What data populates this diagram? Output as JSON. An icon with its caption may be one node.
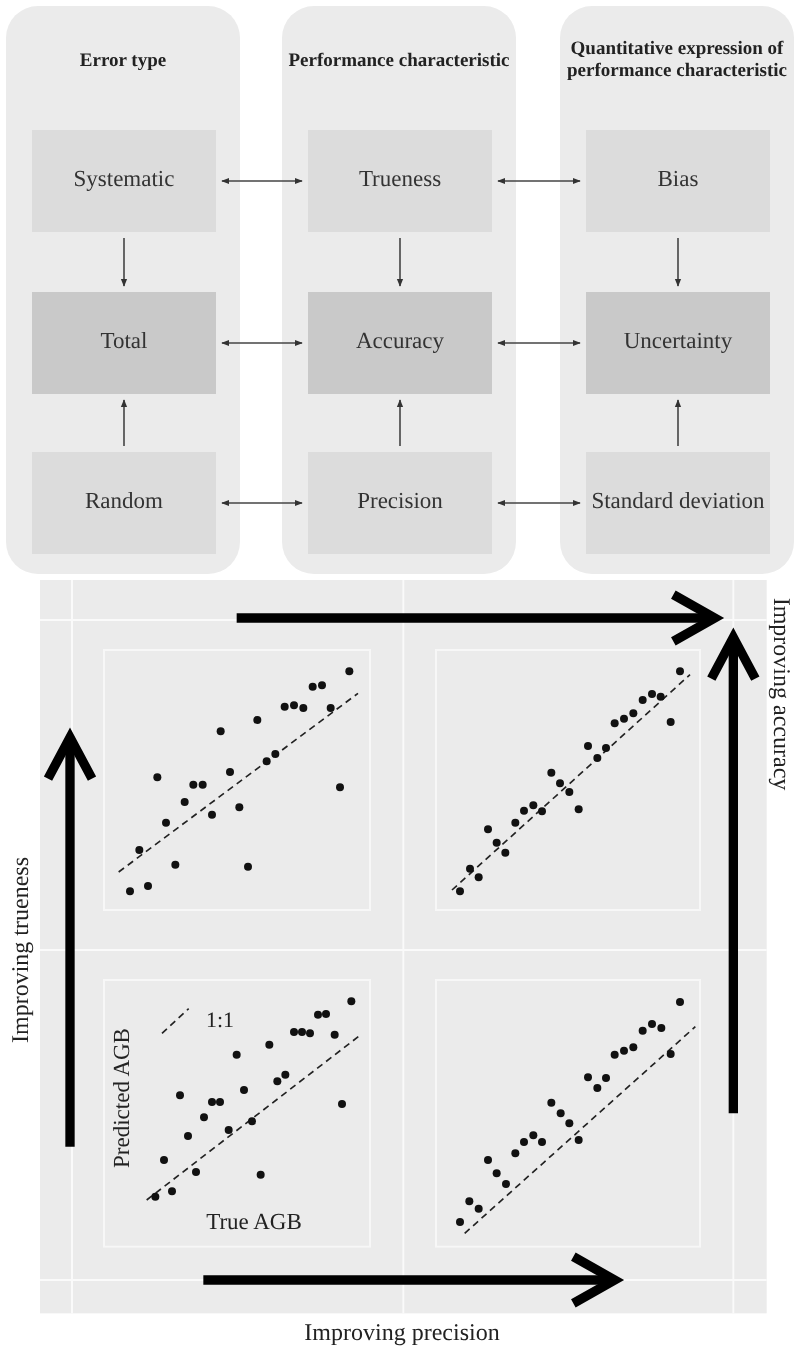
{
  "diagram": {
    "nodes": [
      {
        "text": [
          "Error type"
        ]
      },
      {
        "text": [
          "Systematic"
        ],
        "in": 0
      },
      {
        "text": [
          "Total"
        ],
        "in": 0
      },
      {
        "text": [
          "Random"
        ],
        "in": 0
      },
      {
        "text": [
          "Performance characteristic"
        ]
      },
      {
        "text": [
          "Trueness"
        ],
        "in": 4
      },
      {
        "text": [
          "Accuracy"
        ],
        "in": 4
      },
      {
        "text": [
          "Precision"
        ],
        "in": 4
      },
      {
        "text": [
          "Quantitative expression of performance characteristic"
        ]
      },
      {
        "text": [
          "Bias"
        ],
        "in": 8
      },
      {
        "text": [
          "Uncertainty"
        ],
        "in": 8
      },
      {
        "text": [
          "Standard deviation"
        ],
        "in": 8
      }
    ],
    "edges": [
      {
        "from": 1,
        "to": 5,
        "arrow": "both"
      },
      {
        "from": 5,
        "to": 9,
        "arrow": "both"
      },
      {
        "from": 1,
        "to": 2,
        "arrow": "to"
      },
      {
        "from": 5,
        "to": 6,
        "arrow": "to"
      },
      {
        "from": 9,
        "to": 10,
        "arrow": "to"
      },
      {
        "from": 2,
        "to": 6,
        "arrow": "both"
      },
      {
        "from": 6,
        "to": 10,
        "arrow": "both"
      },
      {
        "from": 3,
        "to": 2,
        "arrow": "to"
      },
      {
        "from": 7,
        "to": 6,
        "arrow": "to"
      },
      {
        "from": 11,
        "to": 10,
        "arrow": "to"
      },
      {
        "from": 3,
        "to": 7,
        "arrow": "both"
      },
      {
        "from": 7,
        "to": 11,
        "arrow": "both"
      }
    ],
    "labels": [
      "Improving accuracy",
      "Improving trueness",
      "1:1",
      "Predicted AGB",
      "True AGB",
      "Improving precision"
    ]
  }
}
